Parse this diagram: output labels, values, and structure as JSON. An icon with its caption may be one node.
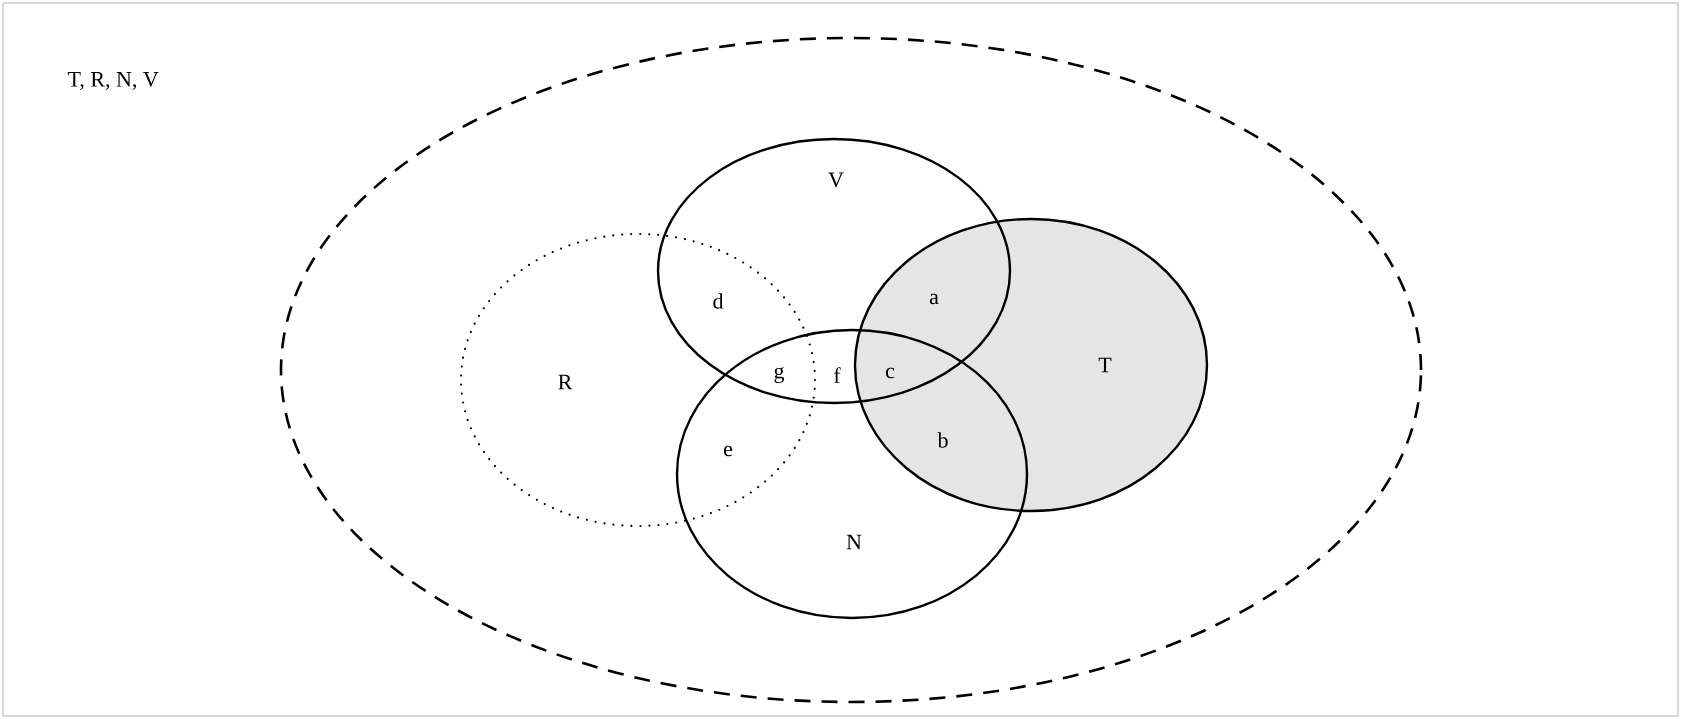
{
  "diagram": {
    "title": "T, R, N, V",
    "nodes": [
      {
        "text": [],
        "shape": "ellipse"
      },
      {
        "text": [
          "V"
        ],
        "in": 0
      },
      {
        "text": [
          "R"
        ],
        "in": 0
      },
      {
        "text": [
          "N"
        ],
        "in": 0
      },
      {
        "text": [
          "T"
        ],
        "in": 0
      }
    ],
    "labels": [
      "d",
      "a",
      "g",
      "f",
      "c",
      "e",
      "b"
    ]
  }
}
